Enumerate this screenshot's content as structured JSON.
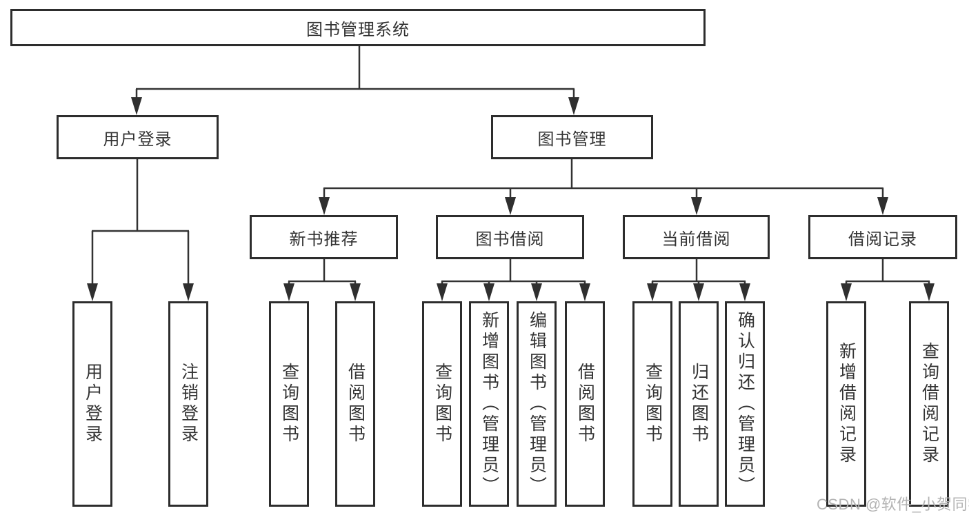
{
  "diagram": {
    "title_node": "图书管理系统",
    "root": {
      "label": "图书管理系统"
    },
    "level1": [
      {
        "label": "用户登录",
        "children": [
          {
            "label": "用户登录"
          },
          {
            "label": "注销登录"
          }
        ]
      },
      {
        "label": "图书管理",
        "children": [
          {
            "label": "新书推荐",
            "children": [
              {
                "label": "查询图书"
              },
              {
                "label": "借阅图书"
              }
            ]
          },
          {
            "label": "图书借阅",
            "children": [
              {
                "label": "查询图书"
              },
              {
                "label": "新增图书（管理员）"
              },
              {
                "label": "编辑图书（管理员）"
              },
              {
                "label": "借阅图书"
              }
            ]
          },
          {
            "label": "当前借阅",
            "children": [
              {
                "label": "查询图书"
              },
              {
                "label": "归还图书"
              },
              {
                "label": "确认归还（管理员）"
              }
            ]
          },
          {
            "label": "借阅记录",
            "children": [
              {
                "label": "新增借阅记录"
              },
              {
                "label": "查询借阅记录"
              }
            ]
          }
        ]
      }
    ]
  },
  "watermark": {
    "text": "CSDN @软件_小贺同学"
  },
  "colors": {
    "line": "#333333",
    "box_border": "#2d2d2d",
    "text": "#333333",
    "background": "#ffffff",
    "watermark": "#b3b3b3"
  }
}
